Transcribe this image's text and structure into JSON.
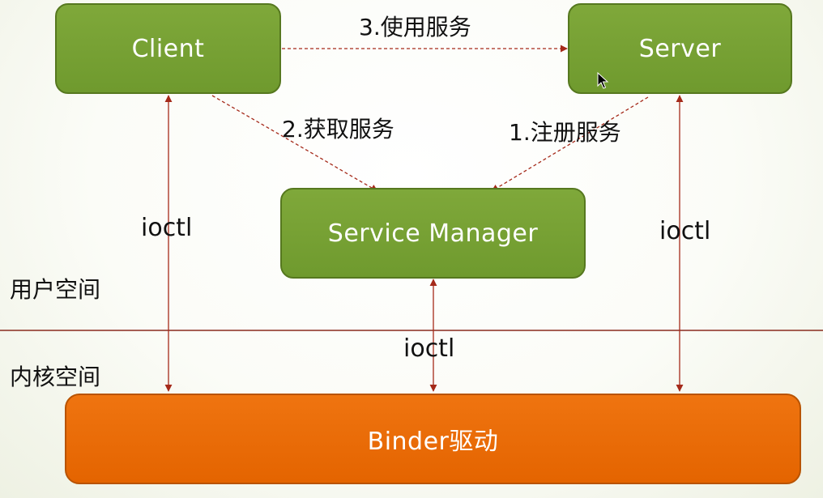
{
  "nodes": {
    "client": "Client",
    "server": "Server",
    "service_manager": "Service Manager",
    "binder": "Binder驱动"
  },
  "edges": {
    "use_service": "3.使用服务",
    "get_service": "2.获取服务",
    "register_service": "1.注册服务",
    "ioctl_left": "ioctl",
    "ioctl_right": "ioctl",
    "ioctl_middle": "ioctl"
  },
  "regions": {
    "user_space": "用户空间",
    "kernel_space": "内核空间"
  },
  "colors": {
    "user_node": "#75a132",
    "kernel_node": "#e96a06",
    "edge": "#a52a1a",
    "divider": "#8a2b1e"
  }
}
